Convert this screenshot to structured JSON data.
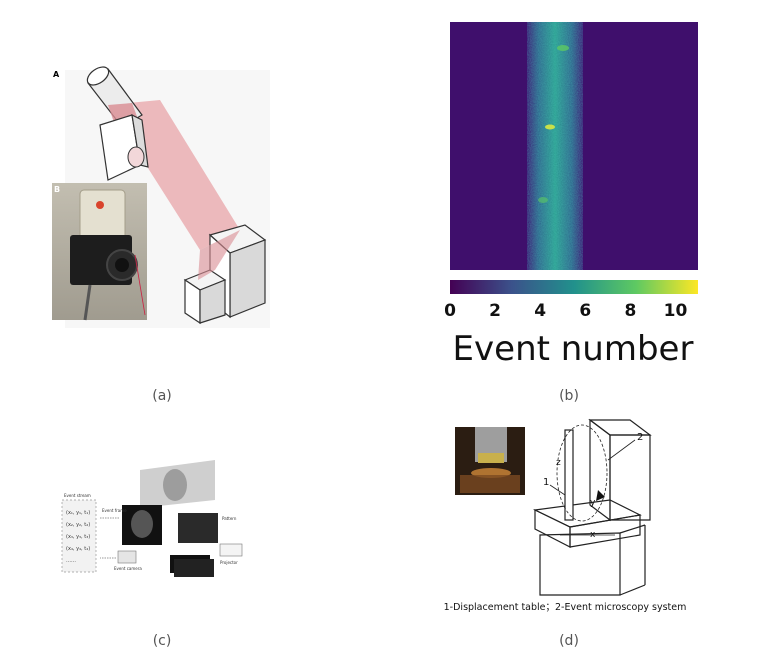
{
  "figure": {
    "panel_a": {
      "caption": "(a)",
      "label_a": "A",
      "label_b": "B"
    },
    "panel_b": {
      "caption": "(b)",
      "colorbar_ticks": [
        "0",
        "2",
        "4",
        "6",
        "8",
        "10"
      ],
      "colorbar_label": "Event number",
      "colormap": "viridis",
      "background_color": "#3b0f70",
      "colors": {
        "low": "#440154",
        "mid": "#21918c",
        "high": "#fde725"
      }
    },
    "panel_c": {
      "caption": "(c)",
      "event_stream_title": "Event stream",
      "event_rows": [
        "(x₁, y₁, t₁)",
        "(x₂, y₂, t₂)",
        "(x₃, y₃, t₃)",
        "(x₄, y₄, t₄)",
        "……"
      ],
      "event_frame_label": "Event frame",
      "pattern_label": "Pattern",
      "event_camera_label": "Event camera",
      "projector_label": "Projector"
    },
    "panel_d": {
      "caption": "(d)",
      "label_1": "1",
      "label_2": "2",
      "axis_z": "z",
      "axis_y": "y",
      "axis_x": "x",
      "legend": "1-Displacement table；2-Event microscopy system"
    }
  }
}
